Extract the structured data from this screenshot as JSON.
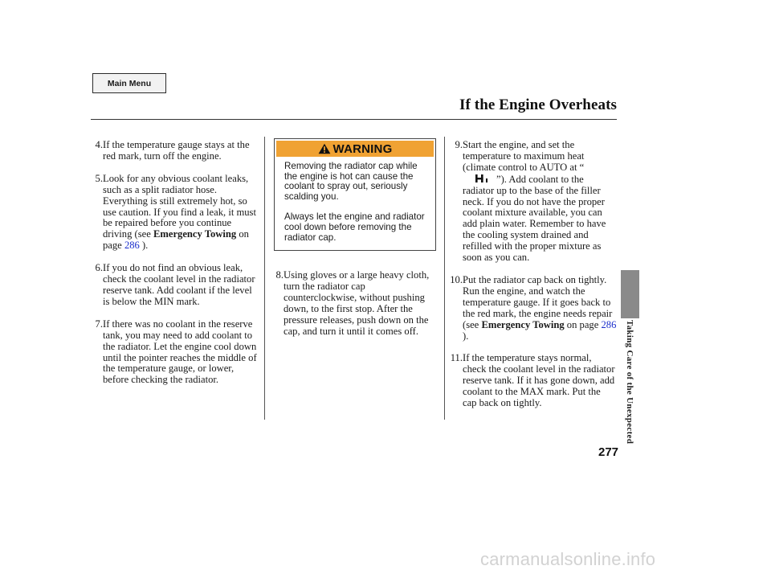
{
  "nav": {
    "main_menu": "Main Menu"
  },
  "header": {
    "title": "If the Engine Overheats"
  },
  "side_tab": {
    "label": "Taking Care of the Unexpected"
  },
  "page_number": "277",
  "warning": {
    "label": "WARNING",
    "paragraphs": [
      "Removing the radiator cap while the engine is hot can cause the coolant to spray out, seriously scalding you.",
      "Always let the engine and radiator cool down before removing the radiator cap."
    ]
  },
  "steps": {
    "s4": {
      "num": "4.",
      "text": "If the temperature gauge stays at the red mark, turn off the engine."
    },
    "s5": {
      "num": "5.",
      "text": "Look for any obvious coolant leaks, such as a split radiator hose. Everything is still extremely hot, so use caution. If you find a leak, it must be repaired before you continue driving (see",
      "ref": "Emergency Towing",
      "on_page": "on page",
      "page_link": "286",
      "tail": ")."
    },
    "s6": {
      "num": "6.",
      "text": "If you do not find an obvious leak, check the coolant level in the radiator reserve tank. Add coolant if the level is below the MIN mark."
    },
    "s7": {
      "num": "7.",
      "text": "If there was no coolant in the reserve tank, you may need to add coolant to the radiator. Let the engine cool down until the pointer reaches the middle of the temperature gauge, or lower, before checking the radiator."
    },
    "s8": {
      "num": "8.",
      "text": "Using gloves or a large heavy cloth, turn the radiator cap counterclockwise, without pushing down, to the first stop. After the pressure releases, push down on the cap, and turn it until it comes off."
    },
    "s9": {
      "num": "9.",
      "text_a": "Start the engine, and set the temperature to maximum heat (climate control to AUTO at",
      "open_quote": "“",
      "close_part": "”). Add coolant to the radiator up to the base of the filler neck. If you do not have the proper coolant mixture available, you can add plain water. Remember to have the cooling system drained and refilled with the proper mixture as soon as you can."
    },
    "s10": {
      "num": "10.",
      "text": "Put the radiator cap back on tightly. Run the engine, and watch the temperature gauge. If it goes back to the red mark, the engine needs repair (see",
      "ref": "Emergency Towing",
      "on_page": "on page",
      "page_link": "286",
      "tail": ")."
    },
    "s11": {
      "num": "11.",
      "text": "If the temperature stays normal, check the coolant level in the radiator reserve tank. If it has gone down, add coolant to the MAX mark. Put the cap back on tightly."
    }
  },
  "icons": {
    "warning": "warning-triangle-icon",
    "heat": "max-heat-icon"
  },
  "colors": {
    "warning_header": "#f0a233",
    "link": "#1a2ecc",
    "side_band": "#8a8a8a"
  },
  "watermark": "carmanualsonline.info"
}
